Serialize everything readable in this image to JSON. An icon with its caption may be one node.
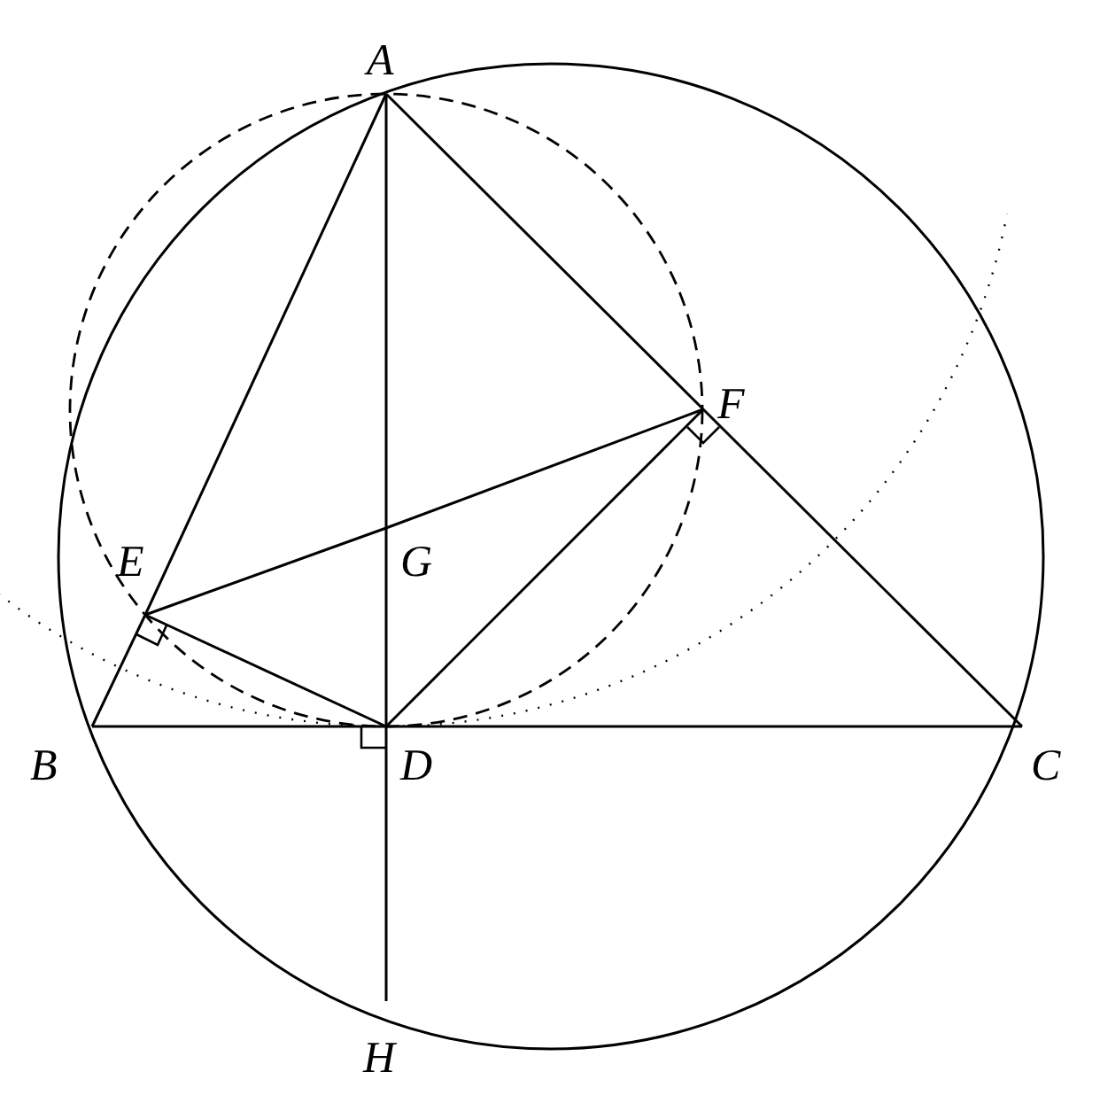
{
  "diagram": {
    "nodes": [
      {
        "text": [
          "A"
        ]
      },
      {
        "text": [
          "B"
        ]
      },
      {
        "text": [
          "C"
        ]
      },
      {
        "text": [
          "D"
        ]
      },
      {
        "text": [
          "E"
        ]
      },
      {
        "text": [
          "F"
        ]
      },
      {
        "text": [
          "G"
        ]
      },
      {
        "text": [
          "H"
        ]
      }
    ],
    "edges": [
      {
        "from": 0,
        "to": 4,
        "arrow": "none"
      },
      {
        "from": 4,
        "to": 1,
        "arrow": "none"
      },
      {
        "from": 0,
        "to": 5,
        "arrow": "none"
      },
      {
        "from": 5,
        "to": 2,
        "arrow": "none"
      },
      {
        "from": 1,
        "to": 3,
        "arrow": "none"
      },
      {
        "from": 3,
        "to": 2,
        "arrow": "none"
      },
      {
        "from": 0,
        "to": 6,
        "arrow": "none"
      },
      {
        "from": 6,
        "to": 3,
        "arrow": "none"
      },
      {
        "from": 3,
        "to": 7,
        "arrow": "none"
      },
      {
        "from": 4,
        "to": 6,
        "arrow": "none"
      },
      {
        "from": 6,
        "to": 5,
        "arrow": "none"
      },
      {
        "from": 4,
        "to": 3,
        "arrow": "none"
      },
      {
        "from": 3,
        "to": 5,
        "arrow": "none"
      }
    ]
  }
}
